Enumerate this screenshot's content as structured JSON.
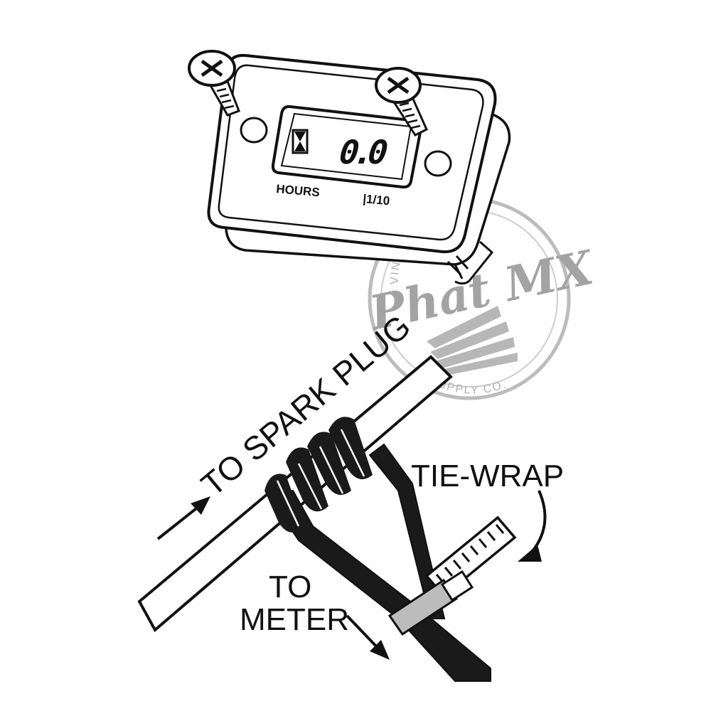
{
  "meter": {
    "display_value": "0.0",
    "unit_label": "HOURS",
    "resolution_label": "|1/10"
  },
  "labels": {
    "to_spark_plug": "TO SPARK PLUG",
    "tie_wrap": "TIE-WRAP",
    "to": "TO",
    "meter": "METER"
  },
  "watermark": {
    "top_arc": "VINTAGE HONDA",
    "script": "Phat MX",
    "bottom_arc": "SUPPLY CO."
  }
}
